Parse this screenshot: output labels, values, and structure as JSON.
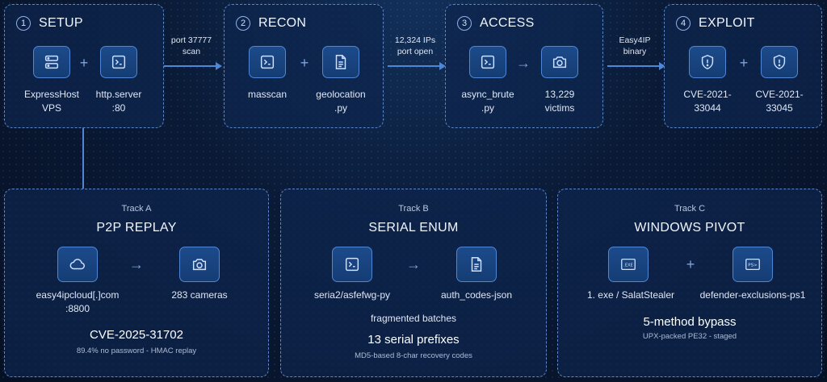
{
  "stages": [
    {
      "num": "1",
      "title": "SETUP",
      "items": [
        "ExpressHost\nVPS",
        "http.server\n:80"
      ],
      "icons": [
        "server-icon",
        "terminal-icon"
      ],
      "op": "+"
    },
    {
      "num": "2",
      "title": "RECON",
      "items": [
        "masscan",
        "geolocation\n.py"
      ],
      "icons": [
        "terminal-icon",
        "document-icon"
      ],
      "op": "+"
    },
    {
      "num": "3",
      "title": "ACCESS",
      "items": [
        "async_brute\n.py",
        "13,229\nvictims"
      ],
      "icons": [
        "terminal-icon",
        "camera-icon"
      ],
      "op": "→"
    },
    {
      "num": "4",
      "title": "EXPLOIT",
      "items": [
        "CVE-2021-\n33044",
        "CVE-2021-\n33045"
      ],
      "icons": [
        "shield-alert-icon",
        "shield-alert-icon"
      ],
      "op": "+"
    }
  ],
  "connectors": [
    "port 37777\nscan",
    "12,324 IPs\nport open",
    "Easy4IP\nbinary"
  ],
  "tracks": [
    {
      "sub": "Track A",
      "title": "P2P REPLAY",
      "items": [
        "easy4ipcloud[.]com\n:8800",
        "283 cameras"
      ],
      "icons": [
        "cloud-icon",
        "camera-icon"
      ],
      "op": "→",
      "mid": "",
      "big": "CVE-2025-31702",
      "small": "89.4% no password - HMAC replay"
    },
    {
      "sub": "Track B",
      "title": "SERIAL ENUM",
      "items": [
        "seria2/asfefwg-py",
        "auth_codes-json"
      ],
      "icons": [
        "terminal-icon",
        "document-icon"
      ],
      "op": "→",
      "mid": "fragmented batches",
      "big": "13 serial prefixes",
      "small": "MD5-based 8-char recovery codes"
    },
    {
      "sub": "Track C",
      "title": "WINDOWS PIVOT",
      "items": [
        "1. exe / SalatStealer",
        "defender-exclusions-ps1"
      ],
      "icons": [
        "exe-file-icon",
        "powershell-icon"
      ],
      "op": "+",
      "mid": "",
      "big": "5-method bypass",
      "small": "UPX-packed PE32 - staged"
    }
  ],
  "icon_glyphs": {
    "exe": ".EXE",
    "ps": "PS>"
  },
  "colors": {
    "accent": "#4f86d6",
    "border": "#5c86c8",
    "background": "#0a1a36"
  }
}
